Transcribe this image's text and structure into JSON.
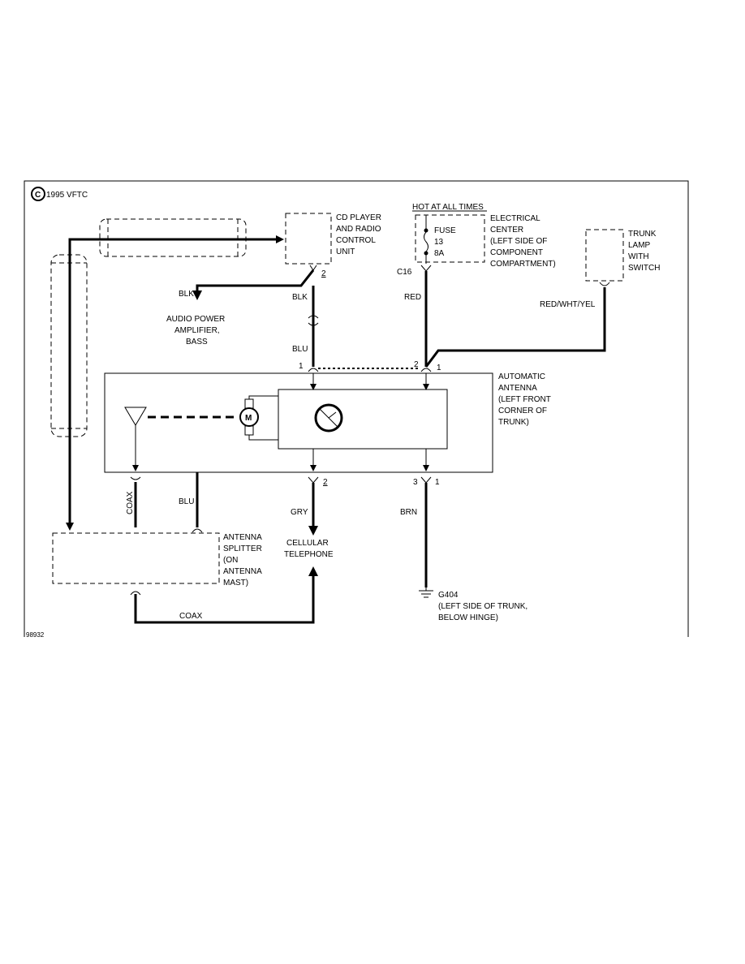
{
  "copyright": {
    "symbol": "C",
    "text": "1995 VFTC"
  },
  "figure_id": "98932",
  "components": {
    "cd_player": [
      "CD PLAYER",
      "AND RADIO",
      "CONTROL",
      "UNIT"
    ],
    "electrical_center": [
      "ELECTRICAL",
      "CENTER",
      "(LEFT SIDE OF",
      "COMPONENT",
      "COMPARTMENT)"
    ],
    "hot_at_all_times": "HOT AT ALL TIMES",
    "fuse": [
      "FUSE",
      "13",
      "8A"
    ],
    "trunk_lamp": [
      "TRUNK",
      "LAMP",
      "WITH",
      "SWITCH"
    ],
    "automatic_antenna": [
      "AUTOMATIC",
      "ANTENNA",
      "(LEFT FRONT",
      "CORNER OF",
      "TRUNK)"
    ],
    "antenna_splitter": [
      "ANTENNA",
      "SPLITTER",
      "(ON",
      "ANTENNA",
      "MAST)"
    ],
    "audio_amp": [
      "AUDIO POWER",
      "AMPLIFIER,",
      "BASS"
    ],
    "cellular": [
      "CELLULAR",
      "TELEPHONE"
    ],
    "ground": [
      "G404",
      "(LEFT SIDE OF TRUNK,",
      "BELOW HINGE)"
    ],
    "motor_symbol": "M"
  },
  "connectors": {
    "c16": "C16",
    "pin_cd_2": "2",
    "pin_top_1": "1",
    "pin_top_2": "2",
    "pin_top_1b": "1",
    "pin_bot_2": "2",
    "pin_bot_3": "3",
    "pin_bot_1": "1"
  },
  "wires": {
    "blk_left": "BLK",
    "blk_vert": "BLK",
    "blu_vert": "BLU",
    "red": "RED",
    "red_wht_yel": "RED/WHT/YEL",
    "coax_vert": "COAX",
    "blu_splitter": "BLU",
    "gry": "GRY",
    "brn": "BRN",
    "coax_bottom": "COAX"
  }
}
